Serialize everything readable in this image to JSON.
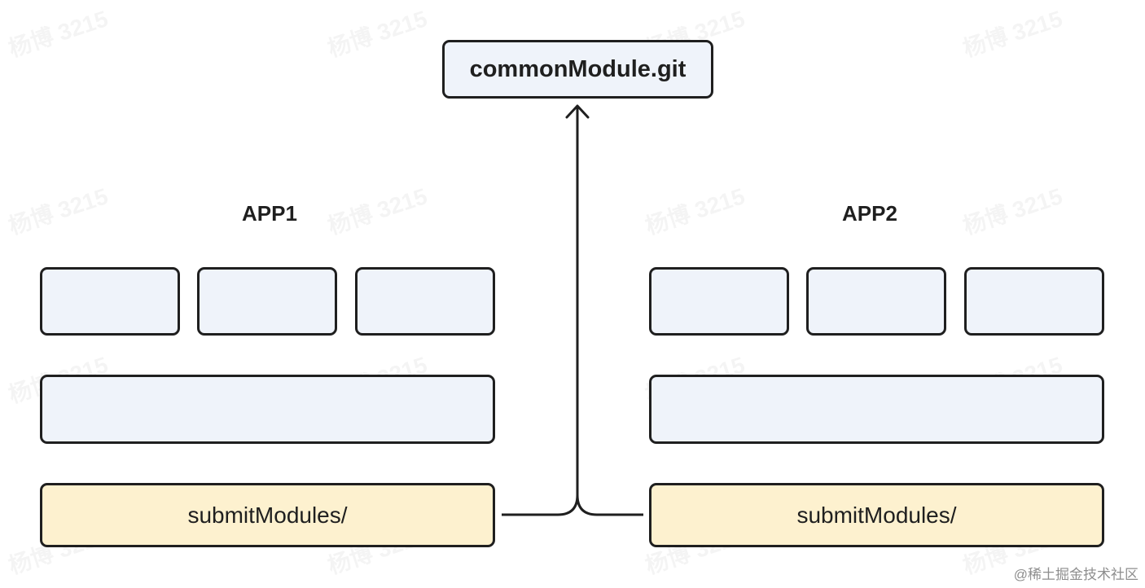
{
  "diagram": {
    "repo_label": "commonModule.git",
    "apps": [
      {
        "title": "APP1",
        "submodule_label": "submitModules/"
      },
      {
        "title": "APP2",
        "submodule_label": "submitModules/"
      }
    ]
  },
  "watermark": "杨博 3215",
  "footer": {
    "credit": "@稀土掘金技术社区"
  },
  "colors": {
    "box_fill": "#eff3fa",
    "submodule_fill": "#fdf1cf",
    "stroke": "#1f1f1f"
  }
}
